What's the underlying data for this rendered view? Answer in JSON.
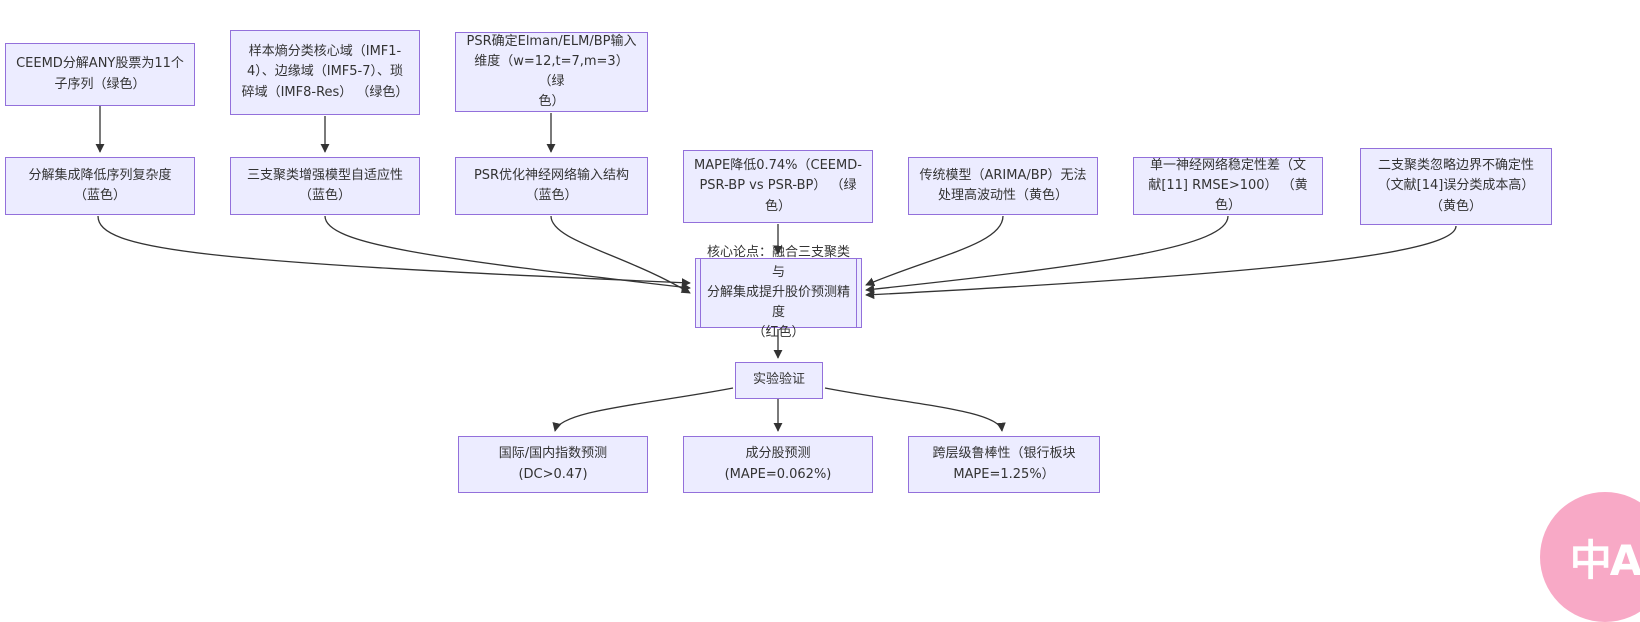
{
  "diagram": {
    "nodes": [
      {
        "id": "A",
        "label": "CEEMD分解ANY股票为11个\n子序列（绿色）"
      },
      {
        "id": "B",
        "label": "样本熵分类核心域（IMF1-\n4）、边缘域（IMF5-7）、琐\n碎域（IMF8-Res） （绿色）"
      },
      {
        "id": "C",
        "label": "PSR确定Elman/ELM/BP输入\n维度（w=12,t=7,m=3） （绿\n色）"
      },
      {
        "id": "D",
        "label": "分解集成降低序列复杂度\n（蓝色）"
      },
      {
        "id": "E",
        "label": "三支聚类增强模型自适应性\n（蓝色）"
      },
      {
        "id": "F",
        "label": "PSR优化神经网络输入结构\n（蓝色）"
      },
      {
        "id": "G",
        "label": "MAPE降低0.74%（CEEMD-\nPSR-BP vs PSR-BP） （绿\n色）"
      },
      {
        "id": "H",
        "label": "传统模型（ARIMA/BP）无法\n处理高波动性（黄色）"
      },
      {
        "id": "I",
        "label": "单一神经网络稳定性差（文\n献[11] RMSE>100） （黄色）"
      },
      {
        "id": "J",
        "label": "二支聚类忽略边界不确定性\n（文献[14]误分类成本高）\n（黄色）"
      },
      {
        "id": "core",
        "label": "核心论点：融合三支聚类与\n分解集成提升股价预测精度\n（红色）"
      },
      {
        "id": "exp",
        "label": "实验验证"
      },
      {
        "id": "K",
        "label": "国际/国内指数预测\n(DC>0.47)"
      },
      {
        "id": "L",
        "label": "成分股预测\n(MAPE=0.062%)"
      },
      {
        "id": "M",
        "label": "跨层级鲁棒性（银行板块\nMAPE=1.25%）"
      }
    ]
  },
  "colors": {
    "node_fill": "#ECECFF",
    "node_stroke": "#9370DB",
    "edge_color": "#333333",
    "text_color": "#333333",
    "watermark_bg": "#F8A9C6",
    "watermark_text": "#FFFFFF"
  },
  "watermark": {
    "label": "中A"
  }
}
